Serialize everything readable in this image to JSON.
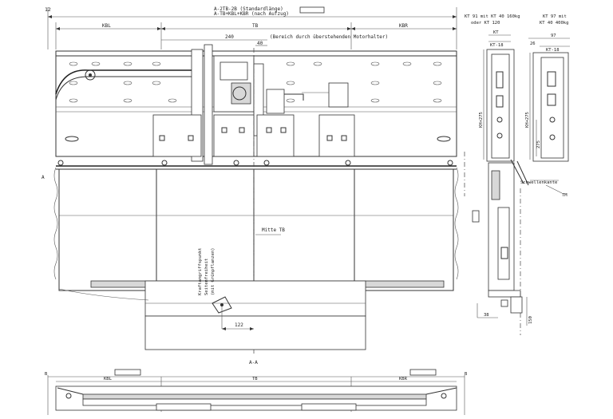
{
  "top": {
    "dim_12": "12",
    "dim_total_1": "A-2TB-2B (Standardlänge)",
    "dim_total_2": "A-TB+KBL+KBR (nach Aufzug)",
    "dim_kbl": "KBL",
    "dim_tb": "TB",
    "dim_kbr": "KBR",
    "dim_240": "240",
    "region_note": "(Bereich durch überstehenden Motorhalter)",
    "dim_40": "40"
  },
  "front": {
    "left_marker": "A",
    "centerline_label": "Mitte TB",
    "vertical_note_1": "Kraftangriffspunkt",
    "vertical_note_2": "Seitenfreiheit",
    "vertical_note_3": "(mit Grünpflanzen)",
    "dim_122": "122",
    "section_label": "A-A"
  },
  "bottom": {
    "dim_kbl": "KBL",
    "dim_tb": "TB",
    "dim_kbr": "KBR",
    "dim_b_left": "B",
    "dim_b_right": "B"
  },
  "side1": {
    "title_1": "KT 91 mit KT 40 160kg",
    "title_2": "oder KT 120",
    "dim_kt": "KT",
    "dim_kt_18": "KT-18",
    "dim_kh_275": "KH+275",
    "dim_bottom": "38"
  },
  "side2": {
    "title_1": "KT 97 mit",
    "title_2": "KT 40 400kg",
    "dim_97": "97",
    "dim_26": "26",
    "dim_kt_18": "KT-18",
    "dim_kh_275": "KH+275",
    "dim_275": "275",
    "label_schwelle": "Schwellenkante",
    "dim_tm": "TM",
    "dim_150": "150"
  }
}
